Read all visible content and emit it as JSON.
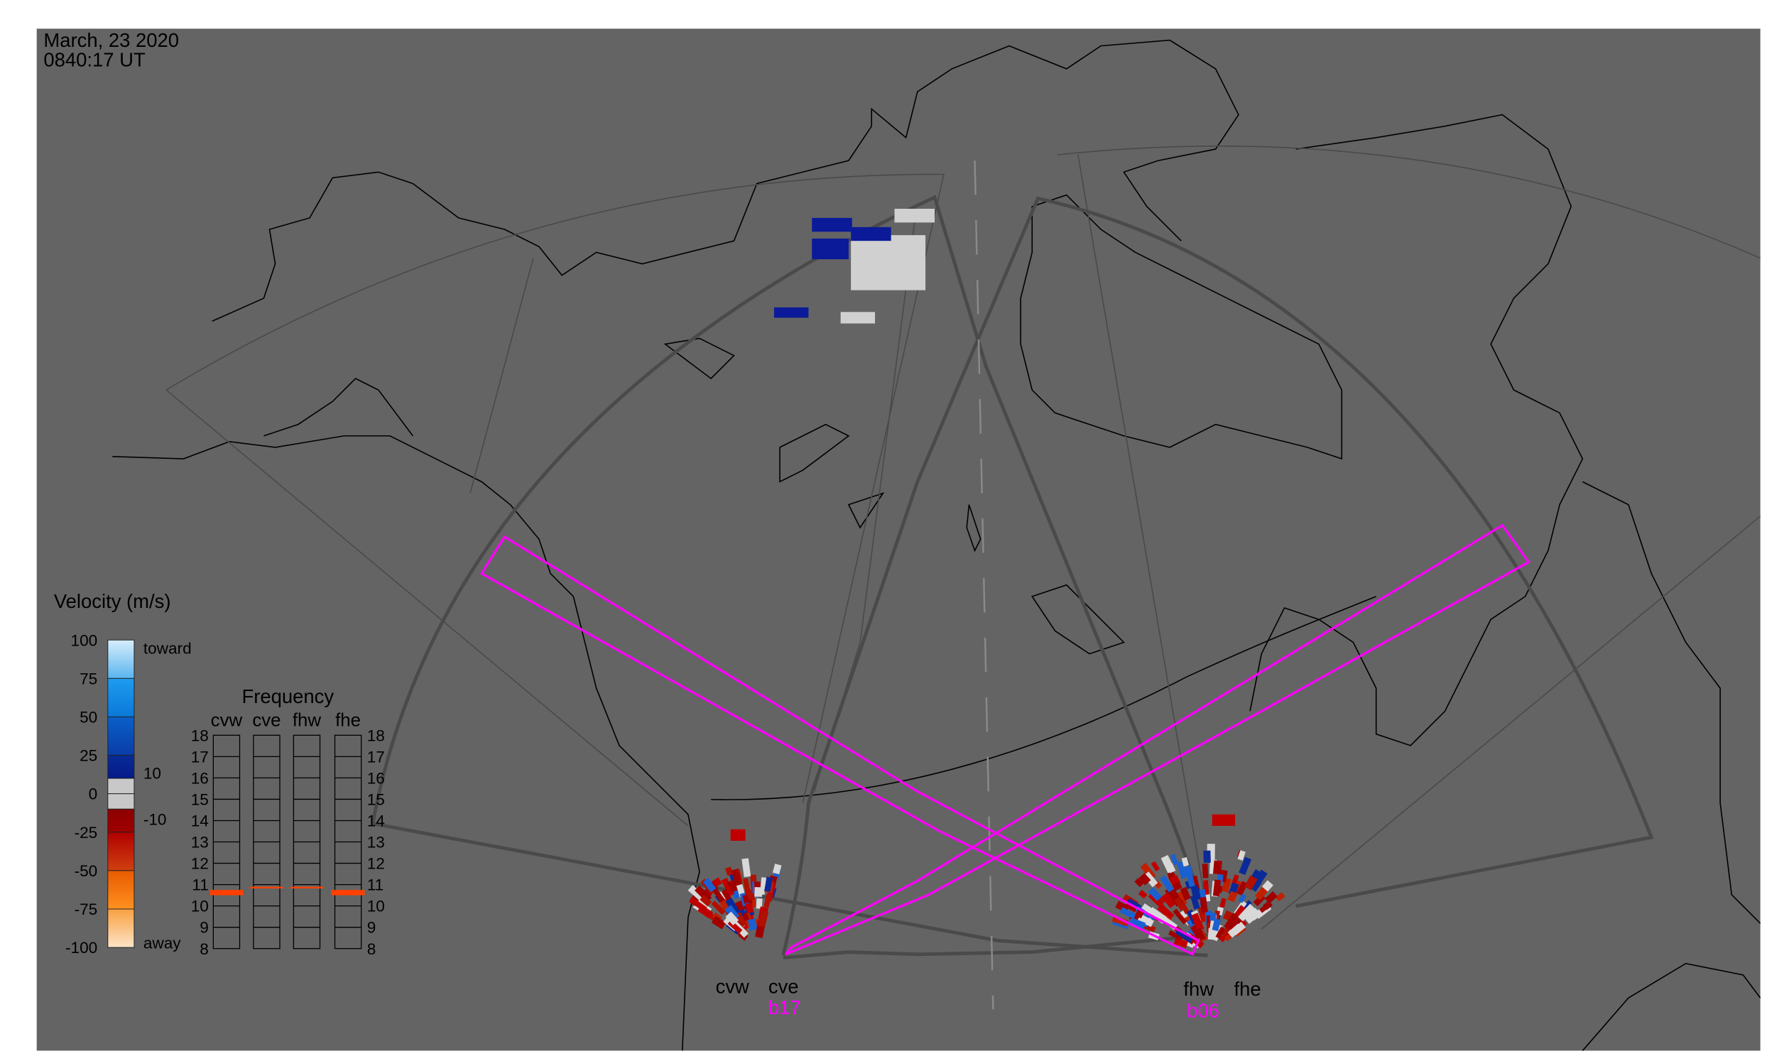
{
  "header": {
    "date": "March, 23 2020",
    "time": "0840:17 UT"
  },
  "colorbar": {
    "title": "Velocity (m/s)",
    "ticks": [
      "100",
      "75",
      "50",
      "25",
      "0",
      "-25",
      "-50",
      "-75",
      "-100"
    ],
    "tick_values": [
      100,
      75,
      50,
      25,
      0,
      -25,
      -50,
      -75,
      -100
    ],
    "toward_label": "toward",
    "away_label": "away",
    "gs_upper": "10",
    "gs_lower": "-10",
    "segments": [
      {
        "from": 75,
        "to": 100,
        "top": "#d6eefc",
        "bottom": "#5ab4ee"
      },
      {
        "from": 50,
        "to": 75,
        "top": "#1e9cf0",
        "bottom": "#0a78d8"
      },
      {
        "from": 25,
        "to": 50,
        "top": "#0a60c8",
        "bottom": "#0a3ca8"
      },
      {
        "from": 10,
        "to": 25,
        "top": "#082c98",
        "bottom": "#051a88"
      },
      {
        "from": 0,
        "to": 10,
        "top": "#c8c8c8",
        "bottom": "#c8c8c8"
      },
      {
        "from": -10,
        "to": 0,
        "top": "#c8c8c8",
        "bottom": "#c8c8c8"
      },
      {
        "from": -25,
        "to": -10,
        "top": "#8c0000",
        "bottom": "#a00000"
      },
      {
        "from": -50,
        "to": -25,
        "top": "#b00000",
        "bottom": "#d04010"
      },
      {
        "from": -75,
        "to": -50,
        "top": "#e85a00",
        "bottom": "#ff9020"
      },
      {
        "from": -100,
        "to": -75,
        "top": "#f8a040",
        "bottom": "#fde4c8"
      }
    ]
  },
  "frequency": {
    "title": "Frequency",
    "columns": [
      {
        "name": "cvw",
        "band": [
          10.5,
          10.75
        ]
      },
      {
        "name": "cve",
        "band": [
          10.85,
          10.9
        ]
      },
      {
        "name": "fhw",
        "band": [
          10.85,
          10.9
        ]
      },
      {
        "name": "fhe",
        "band": [
          10.5,
          10.75
        ]
      }
    ],
    "ticks": [
      "18",
      "17",
      "16",
      "15",
      "14",
      "13",
      "12",
      "11",
      "10",
      "9",
      "8"
    ],
    "min": 8,
    "max": 18,
    "band_color": "#ff4000"
  },
  "sites": [
    {
      "west": "cvw",
      "east": "cve",
      "beam": "b17"
    },
    {
      "west": "fhw",
      "east": "fhe",
      "beam": "b06"
    }
  ],
  "colors": {
    "background": "#646464",
    "beam": "#ff00ff",
    "fan": "#4a4a4a",
    "coast": "#000000"
  }
}
